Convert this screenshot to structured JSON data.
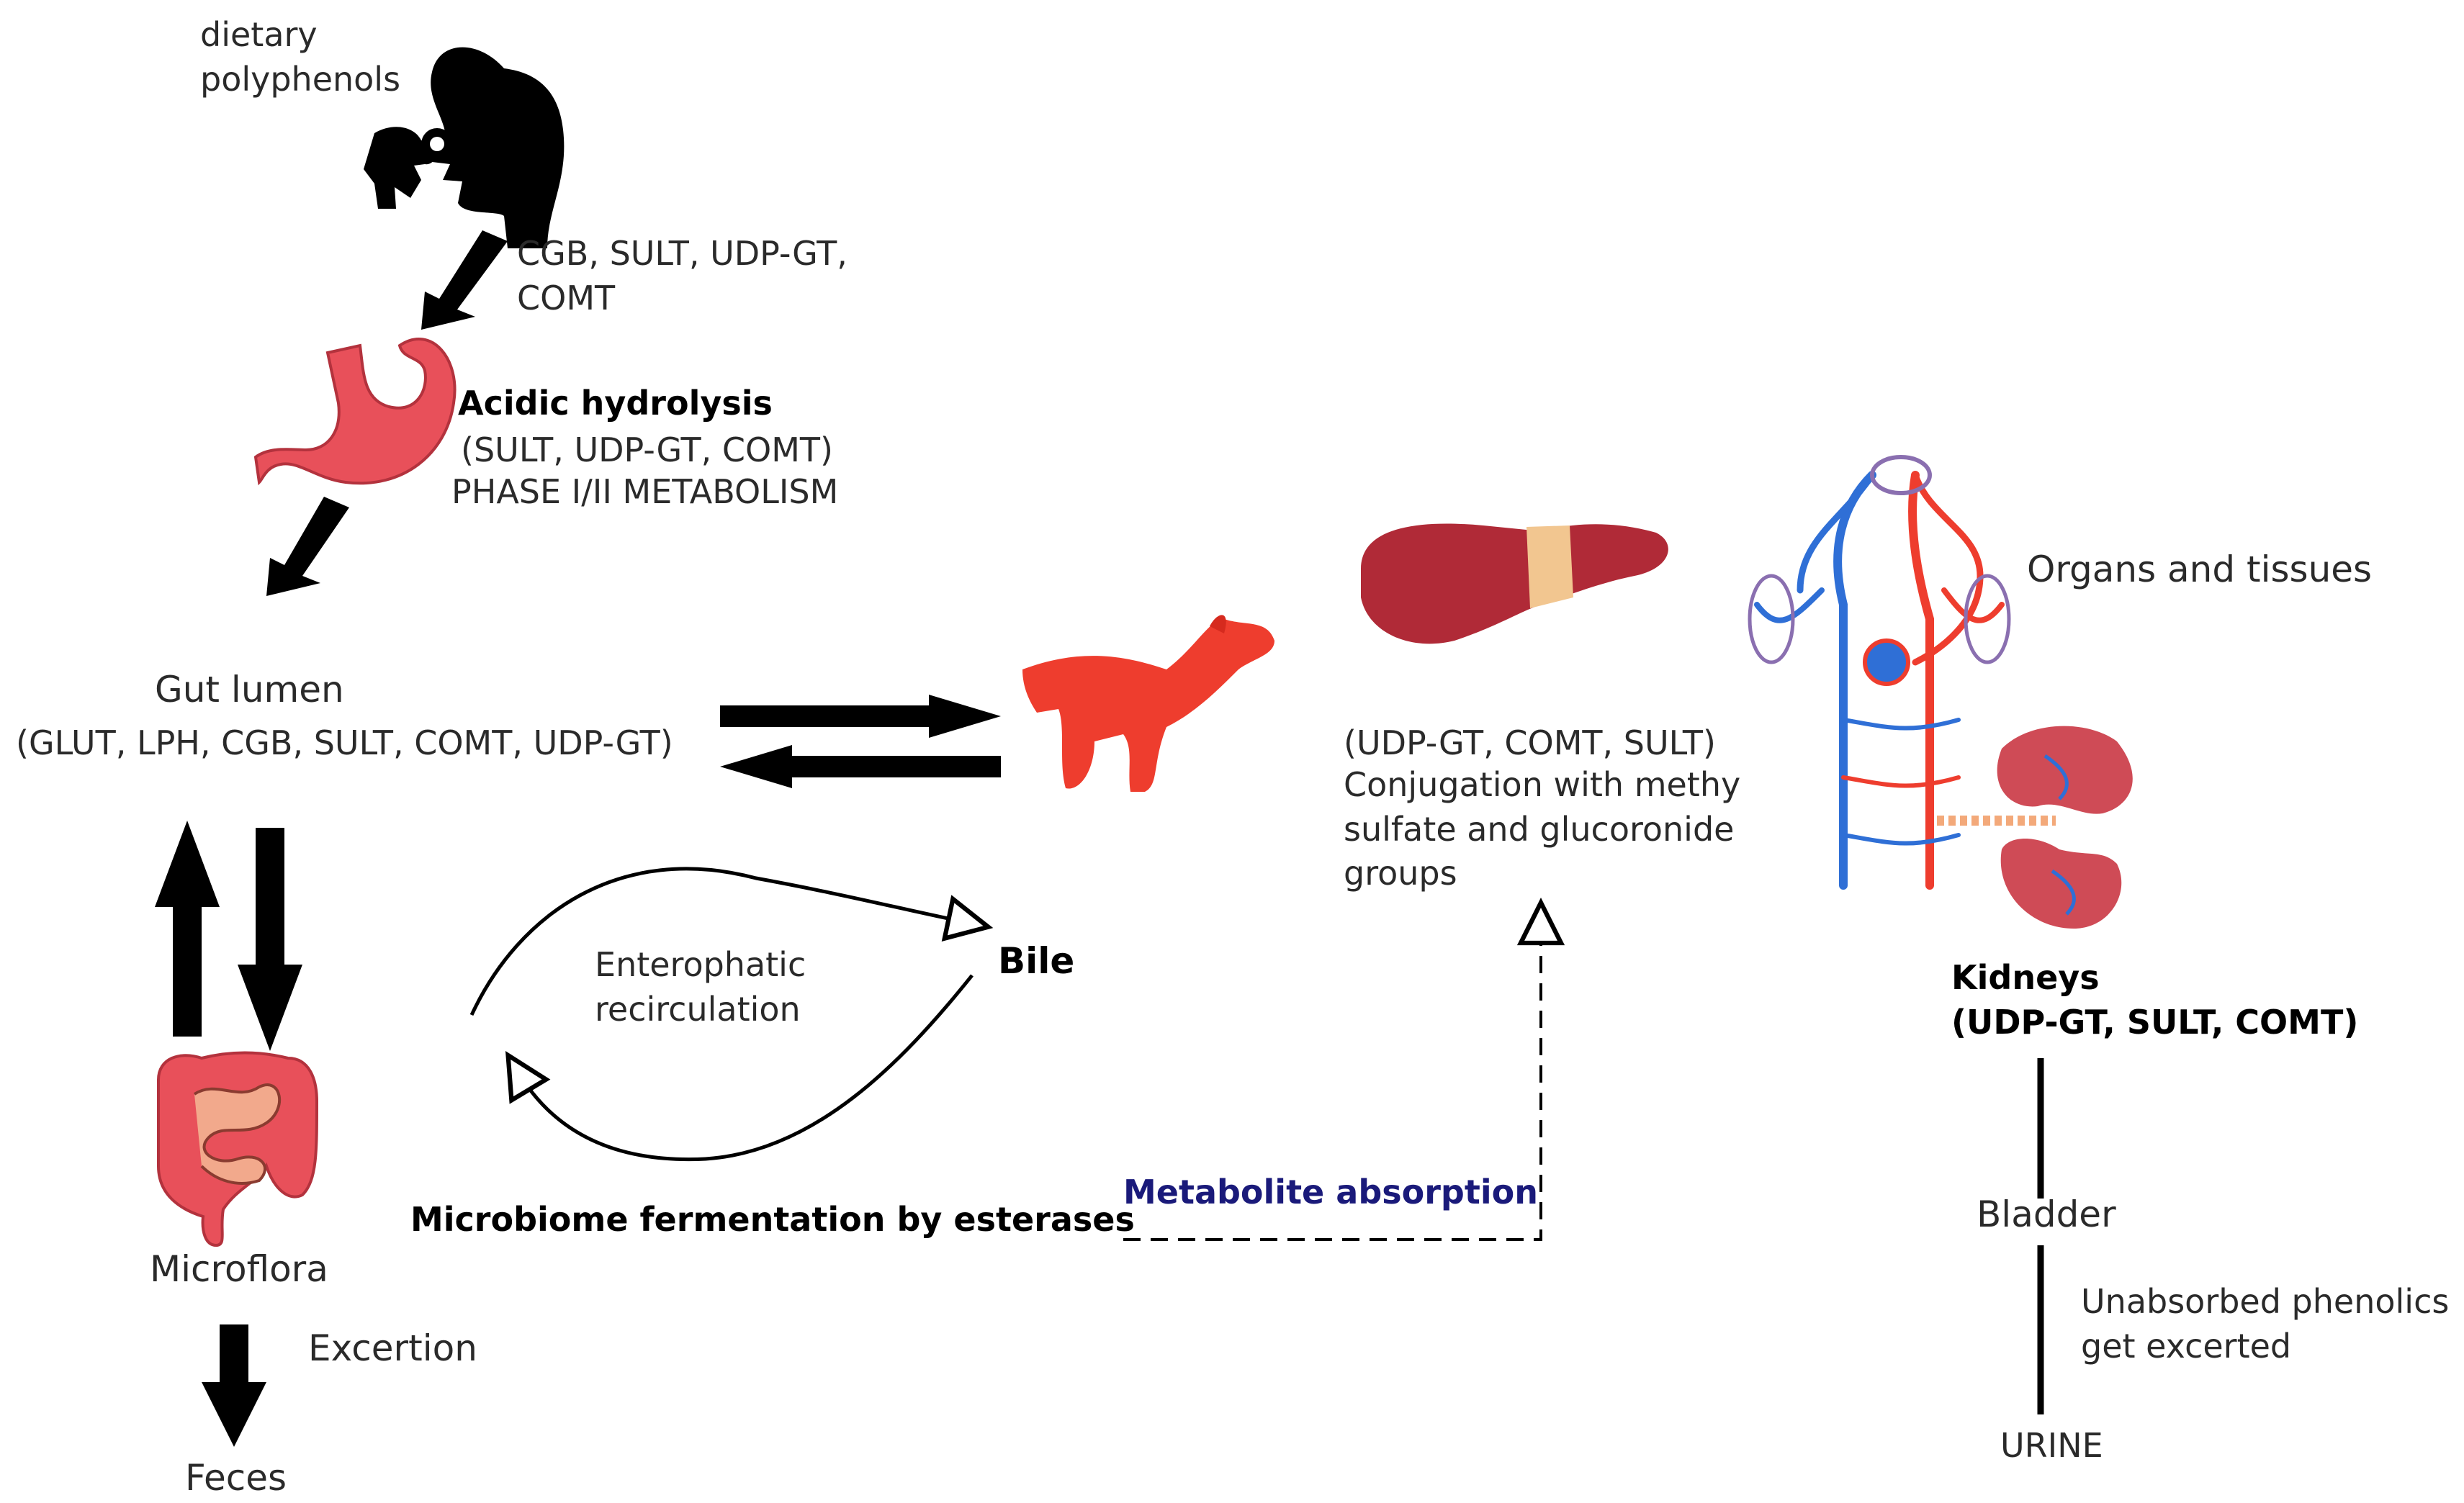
{
  "diagram": {
    "intake": {
      "line1": "dietary",
      "line2": "polyphenols"
    },
    "enzymes_oral": {
      "line1": "CGB, SULT, UDP-GT,",
      "line2": "COMT"
    },
    "stomach": {
      "title": "Acidic hydrolysis",
      "enzymes": "(SULT, UDP-GT, COMT)",
      "phase": "PHASE I/II METABOLISM"
    },
    "gut_lumen": {
      "title": "Gut lumen",
      "enzymes": "(GLUT, LPH, CGB, SULT, COMT, UDP-GT)"
    },
    "liver": {
      "enzymes": "(UDP-GT, COMT, SULT)",
      "line1": "Conjugation with methy",
      "line2": "sulfate and glucoronide",
      "line3": "groups"
    },
    "organs": "Organs and tissues",
    "kidneys": {
      "title": "Kidneys",
      "enzymes": "(UDP-GT, SULT, COMT)"
    },
    "bile": "Bile",
    "enterohepatic": {
      "line1": "Enterophatic",
      "line2": "recirculation"
    },
    "microbiome": "Microbiome fermentation by esterases",
    "metabolite_absorption": "Metabolite absorption",
    "microflora": "Microflora",
    "excretion": "Excertion",
    "feces": "Feces",
    "bladder": "Bladder",
    "unabsorbed": {
      "line1": "Unabsorbed phenolics",
      "line2": "get excerted"
    },
    "urine": "URINE"
  },
  "colors": {
    "arrow": "#000000",
    "organ_red": "#e8505a",
    "liver": "#b02a37",
    "vessel": "#ee3d2e",
    "vein_blue": "#2f6fd6",
    "label_navy": "#1a1a7a"
  },
  "icons": [
    "head-eating-icon",
    "stomach-icon",
    "artery-icon",
    "liver-icon",
    "circulatory-system-icon",
    "kidney-icon",
    "intestine-icon"
  ]
}
